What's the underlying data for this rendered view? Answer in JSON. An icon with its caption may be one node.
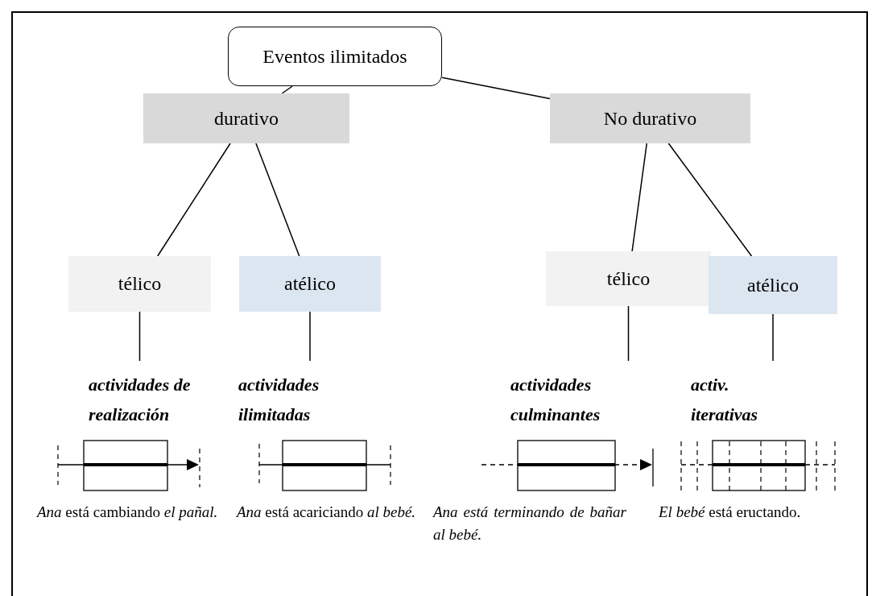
{
  "diagram": {
    "nodes": [
      {
        "text": [
          "Eventos ilimitados"
        ]
      },
      {
        "text": [
          "durativo"
        ]
      },
      {
        "text": [
          "No durativo"
        ]
      },
      {
        "text": [
          "télico"
        ]
      },
      {
        "text": [
          "atélico"
        ]
      },
      {
        "text": [
          "télico"
        ]
      },
      {
        "text": [
          "atélico"
        ]
      },
      {
        "text": [
          "actividades de realización"
        ]
      },
      {
        "text": [
          "actividades ilimitadas"
        ]
      },
      {
        "text": [
          "actividades culminantes"
        ]
      },
      {
        "text": [
          "activ. iterativas"
        ]
      }
    ],
    "edges": [
      {
        "from": 0,
        "to": 1,
        "arrow": "none"
      },
      {
        "from": 0,
        "to": 2,
        "arrow": "none"
      },
      {
        "from": 1,
        "to": 3,
        "arrow": "none"
      },
      {
        "from": 1,
        "to": 4,
        "arrow": "none"
      },
      {
        "from": 2,
        "to": 5,
        "arrow": "none"
      },
      {
        "from": 2,
        "to": 6,
        "arrow": "none"
      },
      {
        "from": 3,
        "to": 7,
        "arrow": "none"
      },
      {
        "from": 4,
        "to": 8,
        "arrow": "none"
      },
      {
        "from": 5,
        "to": 9,
        "arrow": "none"
      },
      {
        "from": 6,
        "to": 10,
        "arrow": "none"
      }
    ],
    "labels": [
      "*Ana* está cambiando *el pañal.*",
      "*Ana* está acariciando *al bebé.*",
      "Ana está terminando de bañar al bebé.",
      "*El bebé* está eructando."
    ]
  }
}
